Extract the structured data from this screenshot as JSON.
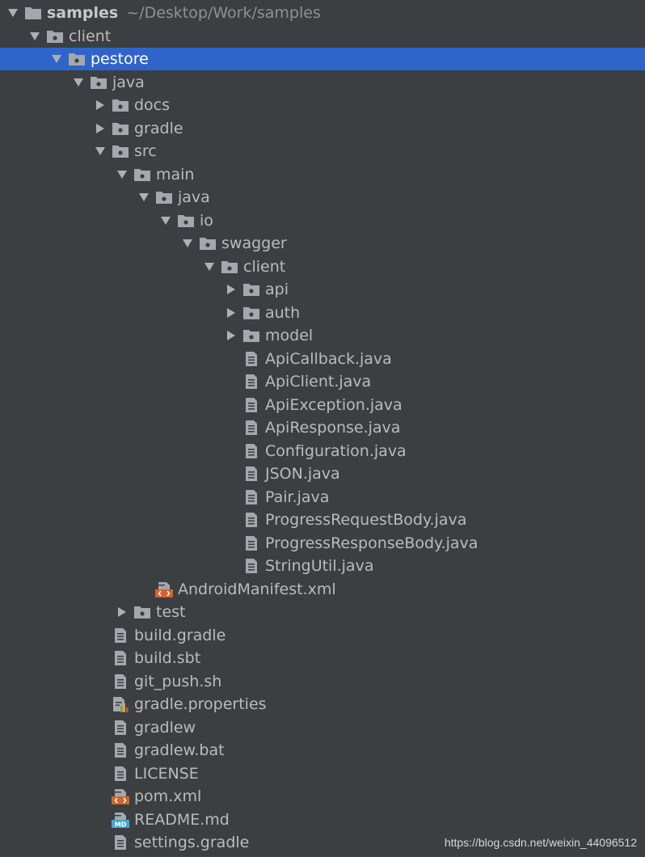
{
  "project": {
    "name": "samples",
    "path": "~/Desktop/Work/samples"
  },
  "selected_color": "#2f65ca",
  "tree": [
    {
      "label": "client",
      "type": "folder",
      "expanded": true,
      "depth": 1
    },
    {
      "label": "pestore",
      "type": "folder",
      "expanded": true,
      "depth": 2,
      "selected": true
    },
    {
      "label": "java",
      "type": "folder",
      "expanded": true,
      "depth": 3
    },
    {
      "label": "docs",
      "type": "folder",
      "expanded": false,
      "depth": 4
    },
    {
      "label": "gradle",
      "type": "folder",
      "expanded": false,
      "depth": 4
    },
    {
      "label": "src",
      "type": "folder",
      "expanded": true,
      "depth": 4
    },
    {
      "label": "main",
      "type": "folder",
      "expanded": true,
      "depth": 5
    },
    {
      "label": "java",
      "type": "folder",
      "expanded": true,
      "depth": 6
    },
    {
      "label": "io",
      "type": "folder",
      "expanded": true,
      "depth": 7
    },
    {
      "label": "swagger",
      "type": "folder",
      "expanded": true,
      "depth": 8
    },
    {
      "label": "client",
      "type": "folder",
      "expanded": true,
      "depth": 9
    },
    {
      "label": "api",
      "type": "folder",
      "expanded": false,
      "depth": 10
    },
    {
      "label": "auth",
      "type": "folder",
      "expanded": false,
      "depth": 10
    },
    {
      "label": "model",
      "type": "folder",
      "expanded": false,
      "depth": 10
    },
    {
      "label": "ApiCallback.java",
      "type": "file",
      "depth": 10
    },
    {
      "label": "ApiClient.java",
      "type": "file",
      "depth": 10
    },
    {
      "label": "ApiException.java",
      "type": "file",
      "depth": 10
    },
    {
      "label": "ApiResponse.java",
      "type": "file",
      "depth": 10
    },
    {
      "label": "Configuration.java",
      "type": "file",
      "depth": 10
    },
    {
      "label": "JSON.java",
      "type": "file",
      "depth": 10
    },
    {
      "label": "Pair.java",
      "type": "file",
      "depth": 10
    },
    {
      "label": "ProgressRequestBody.java",
      "type": "file",
      "depth": 10
    },
    {
      "label": "ProgressResponseBody.java",
      "type": "file",
      "depth": 10
    },
    {
      "label": "StringUtil.java",
      "type": "file",
      "depth": 10
    },
    {
      "label": "AndroidManifest.xml",
      "type": "xml",
      "depth": 6
    },
    {
      "label": "test",
      "type": "folder",
      "expanded": false,
      "depth": 5
    },
    {
      "label": "build.gradle",
      "type": "file",
      "depth": 4
    },
    {
      "label": "build.sbt",
      "type": "file",
      "depth": 4
    },
    {
      "label": "git_push.sh",
      "type": "file",
      "depth": 4
    },
    {
      "label": "gradle.properties",
      "type": "properties",
      "depth": 4
    },
    {
      "label": "gradlew",
      "type": "file",
      "depth": 4
    },
    {
      "label": "gradlew.bat",
      "type": "file",
      "depth": 4
    },
    {
      "label": "LICENSE",
      "type": "file",
      "depth": 4
    },
    {
      "label": "pom.xml",
      "type": "xml",
      "depth": 4
    },
    {
      "label": "README.md",
      "type": "md",
      "depth": 4
    },
    {
      "label": "settings.gradle",
      "type": "file",
      "depth": 4
    }
  ],
  "watermark": "https://blog.csdn.net/weixin_44096512"
}
